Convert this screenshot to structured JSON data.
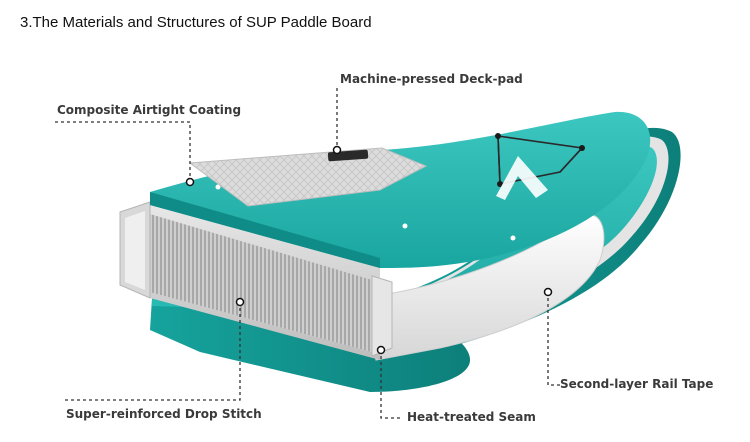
{
  "title": "3.The Materials and Structures of SUP Paddle Board",
  "callouts": {
    "deck_pad": "Machine-pressed Deck-pad",
    "airtight_coating": "Composite Airtight Coating",
    "drop_stitch": "Super-reinforced Drop Stitch",
    "heat_seam": "Heat-treated Seam",
    "rail_tape": "Second-layer Rail Tape"
  },
  "colors": {
    "teal": "#1fb3ad",
    "teal_dark": "#0f8c87",
    "teal_light": "#5fd0c9",
    "deck_pad_gray": "#d9d9d9",
    "leader_line": "#333333",
    "text": "#3a3a3a"
  }
}
